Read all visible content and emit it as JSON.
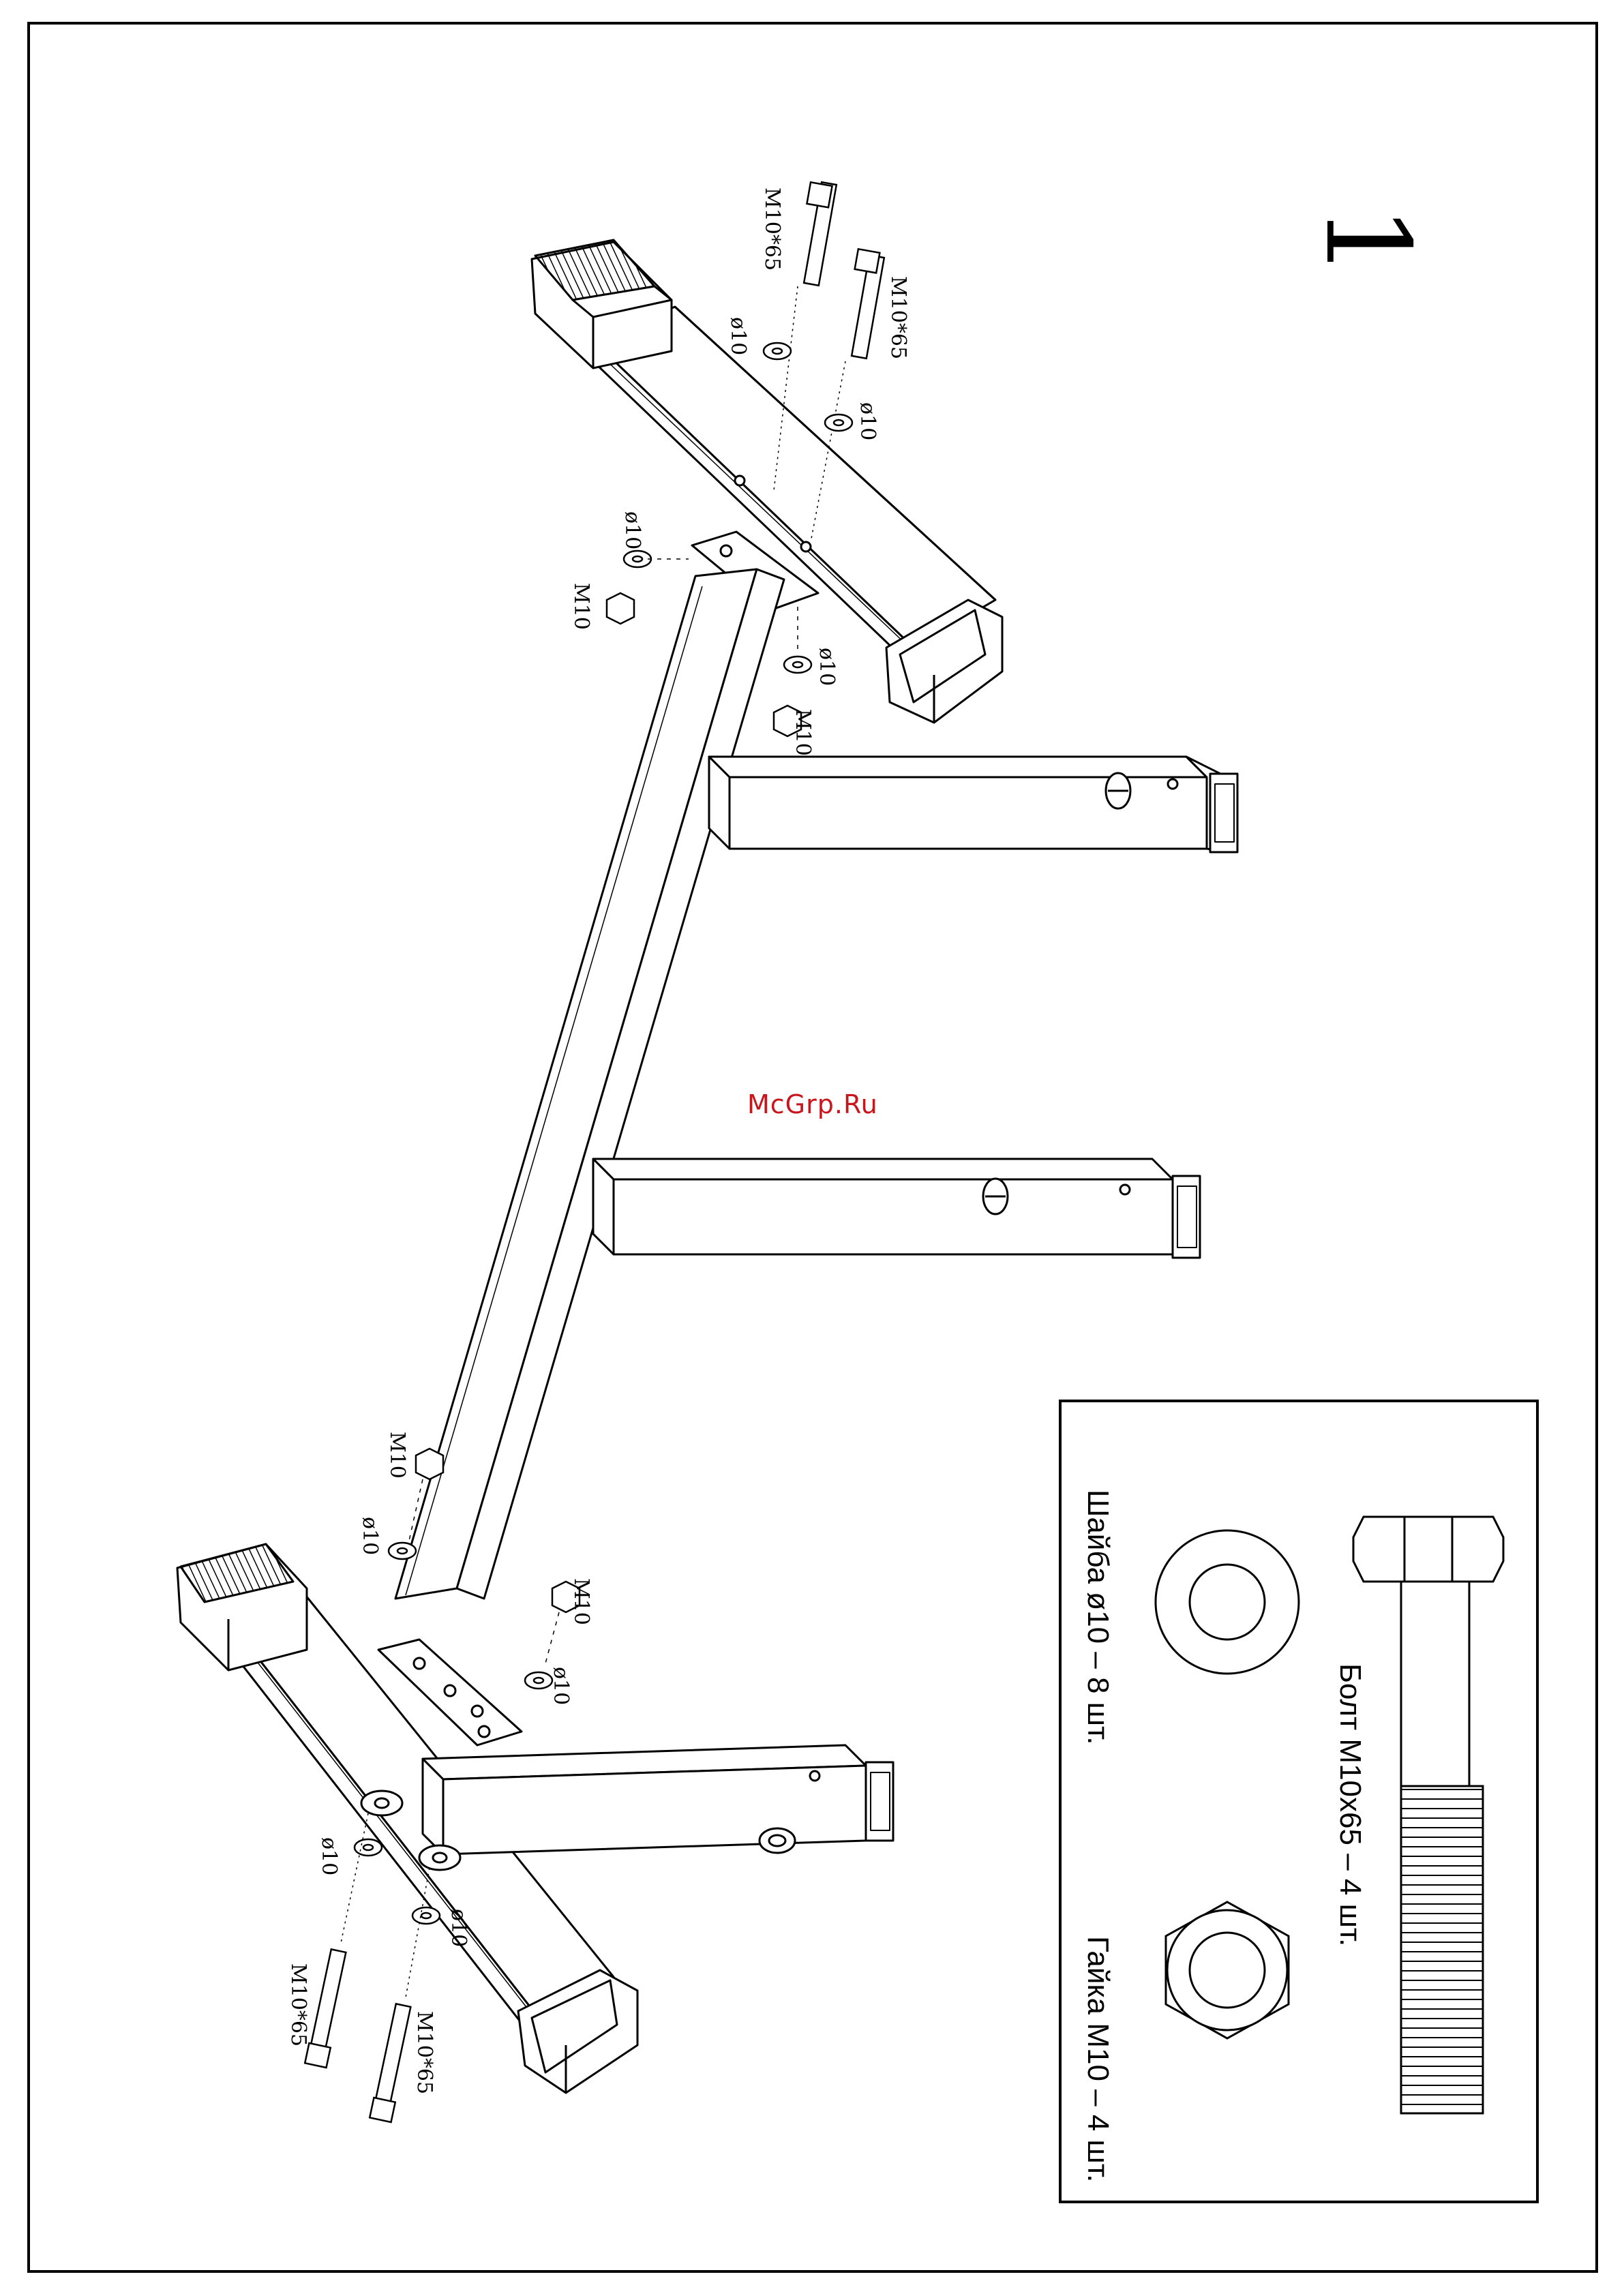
{
  "step_number": "1",
  "watermark": "McGrp.Ru",
  "parts": {
    "bolt": "M10*65",
    "washer": "ø10",
    "nut": "M10"
  },
  "legend": {
    "bolt": "Болт M10x65 – 4 шт.",
    "washer": "Шайба ø10 – 8 шт.",
    "nut": "Гайка M10 – 4 шт."
  }
}
